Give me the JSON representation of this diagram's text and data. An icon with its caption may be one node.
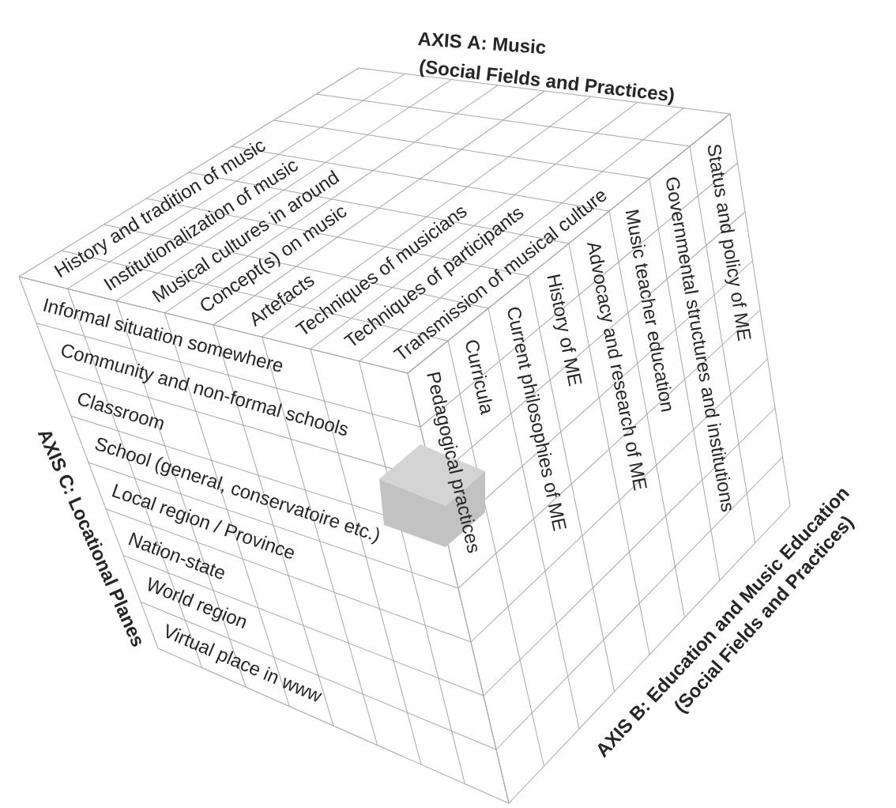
{
  "diagram": {
    "labels": [
      "AXIS A: Music",
      "(Social Fields and Practices)",
      "History and tradition of music",
      "Institutionalization of music",
      "Musical cultures in around",
      "Concept(s) on music",
      "Artefacts",
      "Techniques of musicians",
      "Techniques of participants",
      "Transmission of musical culture",
      "Pedagogical practices",
      "Curricula",
      "Current philosophies of ME",
      "History of ME",
      "Advocacy and research of ME",
      "Music teacher education",
      "Governmental structures and institutions",
      "Status and policy of ME",
      "Informal situation somewhere",
      "Community and non-formal schools",
      "Classroom",
      "School (general, conservatoire etc.)",
      "Local region / Province",
      "Nation-state",
      "World region",
      "Virtual place in www",
      "AXIS C: Locational Planes",
      "AXIS B: Education and Music Education",
      "(Social Fields and Practices)"
    ]
  }
}
